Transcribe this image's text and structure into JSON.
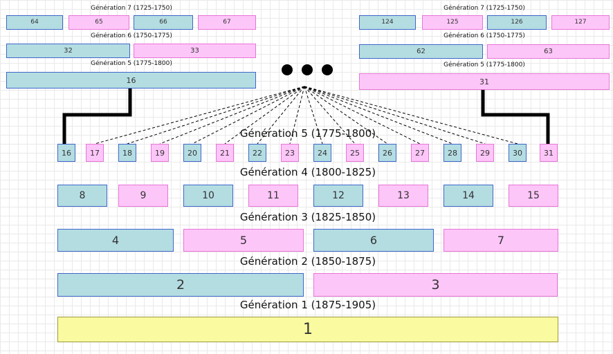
{
  "labels": {
    "g5": "Génération 5 (1775-1800)",
    "g4": "Génération 4 (1800-1825)",
    "g3": "Génération 3 (1825-1850)",
    "g2": "Génération 2 (1850-1875)",
    "g1": "Génération 1 (1875-1905)",
    "left_g7": "Génération 7 (1725-1750)",
    "left_g6": "Génération 6 (1750-1775)",
    "left_g5": "Génération 5 (1775-1800)",
    "right_g7": "Génération 7 (1725-1750)",
    "right_g6": "Génération 6 (1750-1775)",
    "right_g5": "Génération 5 (1775-1800)"
  },
  "generation5": [
    "16",
    "17",
    "18",
    "19",
    "20",
    "21",
    "22",
    "23",
    "24",
    "25",
    "26",
    "27",
    "28",
    "29",
    "30",
    "31"
  ],
  "generation4": [
    "8",
    "9",
    "10",
    "11",
    "12",
    "13",
    "14",
    "15"
  ],
  "generation3": [
    "4",
    "5",
    "6",
    "7"
  ],
  "generation2": [
    "2",
    "3"
  ],
  "generation1": [
    "1"
  ],
  "left_tree": {
    "g7": [
      "64",
      "65",
      "66",
      "67"
    ],
    "g6": [
      "32",
      "33"
    ],
    "g5": [
      "16"
    ]
  },
  "right_tree": {
    "g7": [
      "124",
      "125",
      "126",
      "127"
    ],
    "g6": [
      "62",
      "63"
    ],
    "g5": [
      "31"
    ]
  },
  "colors": {
    "male": "#b4dde2",
    "female": "#fdc6f8",
    "root": "#fafaa0"
  }
}
